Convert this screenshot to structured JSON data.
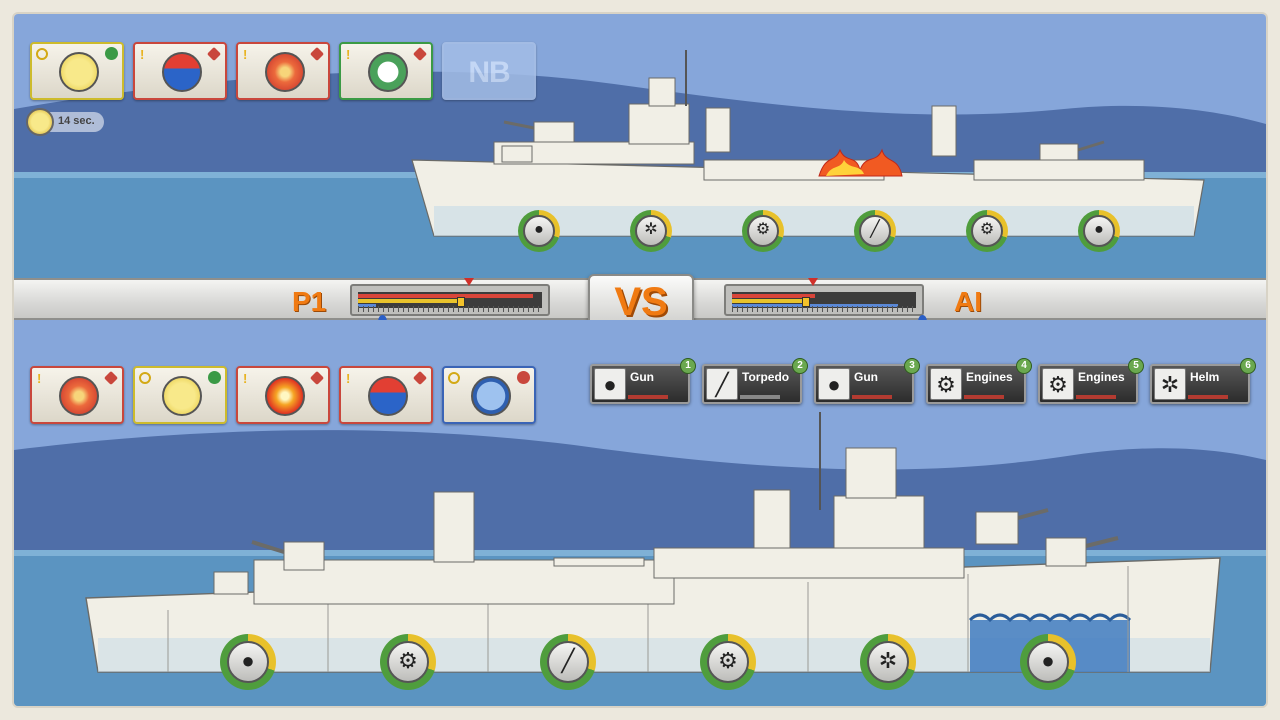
{
  "enemy": {
    "status_cards": [
      {
        "kind": "helicopter",
        "mark": "timer",
        "color": "yellow"
      },
      {
        "kind": "flooding",
        "mark": "!",
        "color": "red"
      },
      {
        "kind": "fire",
        "mark": "!",
        "color": "red"
      },
      {
        "kind": "crew",
        "mark": "!",
        "color": "green"
      },
      {
        "kind": "nb",
        "mark": "",
        "color": "ghost",
        "text": "NB"
      }
    ],
    "timer_text": "14 sec.",
    "compartments": [
      {
        "system": "gun",
        "icon": "shell-icon",
        "health": 0.7
      },
      {
        "system": "helm",
        "icon": "helm-icon",
        "health": 0.7
      },
      {
        "system": "engines",
        "icon": "gear-icon",
        "health": 0.7
      },
      {
        "system": "torpedo",
        "icon": "torpedo-icon",
        "health": 0.7
      },
      {
        "system": "engines",
        "icon": "gear-icon",
        "health": 0.7
      },
      {
        "system": "gun",
        "icon": "shell-icon",
        "health": 0.7
      }
    ]
  },
  "vs": {
    "p1_label": "P1",
    "ai_label": "AI",
    "badge": "VS",
    "p1_meter": {
      "red": 0.95,
      "yellow": 0.56,
      "blue": 0.1
    },
    "ai_meter": {
      "red": 0.45,
      "yellow": 0.4,
      "blue": 0.9
    }
  },
  "player": {
    "status_cards": [
      {
        "kind": "fire",
        "mark": "!",
        "color": "red"
      },
      {
        "kind": "helicopter",
        "mark": "timer",
        "color": "yellow"
      },
      {
        "kind": "blast",
        "mark": "!",
        "color": "red"
      },
      {
        "kind": "flooding",
        "mark": "!",
        "color": "red"
      },
      {
        "kind": "repair",
        "mark": "timer",
        "color": "blue"
      }
    ],
    "targets": [
      {
        "label": "Gun",
        "num": "1",
        "icon": "shell-icon"
      },
      {
        "label": "Torpedo",
        "num": "2",
        "icon": "torpedo-icon"
      },
      {
        "label": "Gun",
        "num": "3",
        "icon": "shell-icon"
      },
      {
        "label": "Engines",
        "num": "4",
        "icon": "gear-icon"
      },
      {
        "label": "Engines",
        "num": "5",
        "icon": "gear-icon"
      },
      {
        "label": "Helm",
        "num": "6",
        "icon": "helm-icon"
      }
    ],
    "compartments": [
      {
        "system": "gun",
        "icon": "shell-icon",
        "health": 0.7
      },
      {
        "system": "engines",
        "icon": "gear-icon",
        "health": 0.7
      },
      {
        "system": "torpedo",
        "icon": "torpedo-icon",
        "health": 0.7
      },
      {
        "system": "engines",
        "icon": "gear-icon",
        "health": 0.7
      },
      {
        "system": "helm",
        "icon": "helm-icon",
        "health": 0.7
      },
      {
        "system": "gun",
        "icon": "shell-icon",
        "health": 0.7
      }
    ]
  },
  "colors": {
    "sky": "#7d9fd6",
    "hills": "#4f6ea8",
    "sea": "#5b94c1",
    "hull": "#f1efe6",
    "accent": "#f07a12"
  }
}
